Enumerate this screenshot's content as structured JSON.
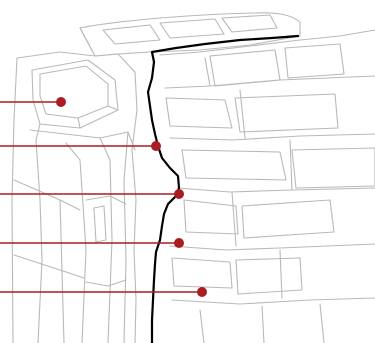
{
  "colors": {
    "background": "#ffffff",
    "sketch_line": "#b9b9b9",
    "crack_line": "#000000",
    "pointer": "#aa1c22"
  },
  "pointers": [
    {
      "name": "pointer-1"
    },
    {
      "name": "pointer-2"
    },
    {
      "name": "pointer-3"
    },
    {
      "name": "pointer-4"
    },
    {
      "name": "pointer-5"
    }
  ]
}
